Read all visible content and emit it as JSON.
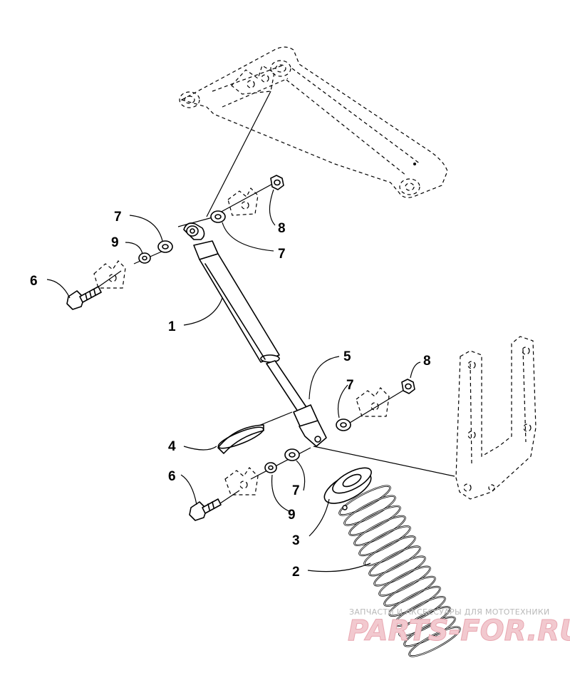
{
  "callouts": {
    "c1": "1",
    "c2": "2",
    "c3": "3",
    "c4": "4",
    "c5": "5",
    "c6_top": "6",
    "c6_bottom": "6",
    "c7_upper_left": "7",
    "c7_upper_right": "7",
    "c7_lower_left": "7",
    "c7_lower_right": "7",
    "c8_top": "8",
    "c8_bottom": "8",
    "c9_top": "9",
    "c9_bottom": "9"
  },
  "watermark": {
    "tagline": "ЗАПЧАСТИ И АКСЕССУАРЫ ДЛЯ МОТОТЕХНИКИ",
    "brand": "PARTS-FOR.RU"
  }
}
